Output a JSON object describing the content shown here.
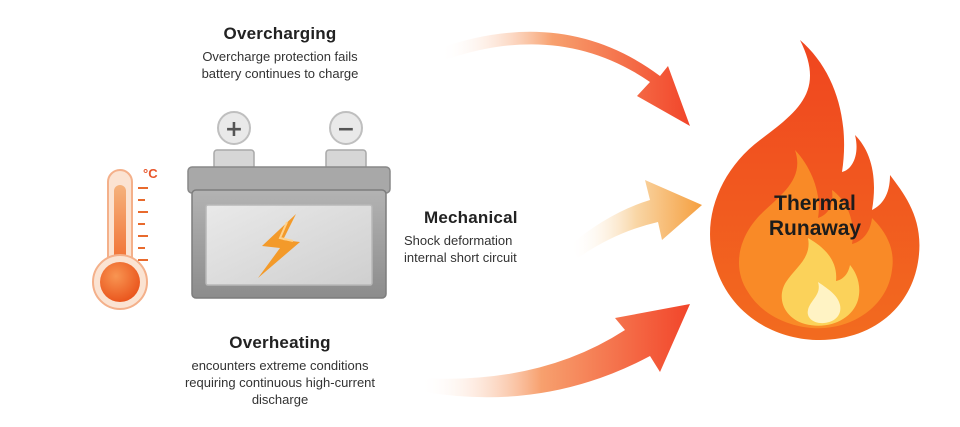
{
  "causes": {
    "overcharging": {
      "title": "Overcharging",
      "lines": [
        "Overcharge protection fails",
        "battery continues to charge"
      ]
    },
    "mechanical": {
      "title": "Mechanical",
      "lines": [
        "Shock deformation",
        "internal short circuit"
      ]
    },
    "overheating": {
      "title": "Overheating",
      "lines": [
        "encounters extreme conditions",
        "requiring continuous high-current",
        "discharge"
      ]
    }
  },
  "result": {
    "line1": "Thermal",
    "line2": "Runaway"
  },
  "thermometer": {
    "unit": "°C"
  },
  "battery": {
    "positive_symbol": "+",
    "negative_symbol": "−"
  },
  "colors": {
    "arrow": "#f2452a",
    "arrow_light": "#f6a04c",
    "flame_outer": "#ee3b1f",
    "flame_mid": "#f98a27",
    "flame_inner": "#fbd25a",
    "flame_core": "#fff3c4",
    "battery_body": "#9a9a9a",
    "bolt": "#f39a2a",
    "thermo_fill": "#f26a23"
  },
  "icons": [
    "thermometer-icon",
    "battery-icon",
    "lightning-bolt-icon",
    "flame-icon",
    "arrow-icon"
  ]
}
